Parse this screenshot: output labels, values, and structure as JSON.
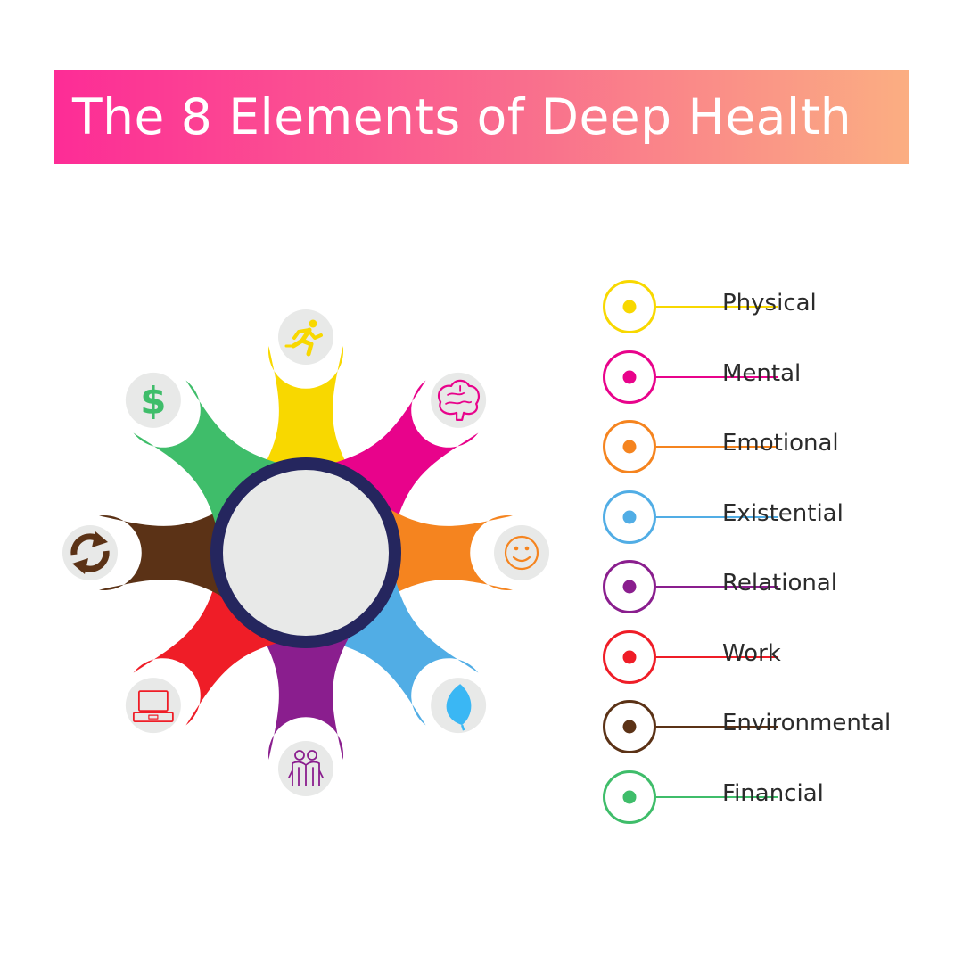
{
  "title": "The 8 Elements of Deep Health",
  "colors": {
    "title_gradient_start": "#fd2c96",
    "title_gradient_end": "#fbae82",
    "hub_ring": "#25265e",
    "hub_fill": "#e8e9e8",
    "icon_bg": "#e8e9e8"
  },
  "elements": [
    {
      "label": "Physical",
      "color": "#f8d800",
      "icon": "running-person-icon"
    },
    {
      "label": "Mental",
      "color": "#e8038b",
      "icon": "brain-icon"
    },
    {
      "label": "Emotional",
      "color": "#f5841f",
      "icon": "smiley-face-icon"
    },
    {
      "label": "Existential",
      "color": "#51ade5",
      "icon": "leaf-icon"
    },
    {
      "label": "Relational",
      "color": "#8a1e8e",
      "icon": "two-people-icon"
    },
    {
      "label": "Work",
      "color": "#ef1d27",
      "icon": "laptop-icon"
    },
    {
      "label": "Environmental",
      "color": "#5b3216",
      "icon": "recycle-icon"
    },
    {
      "label": "Financial",
      "color": "#3fbd6a",
      "icon": "dollar-sign-icon"
    }
  ],
  "icon_glyphs": {
    "dollar": "$"
  }
}
